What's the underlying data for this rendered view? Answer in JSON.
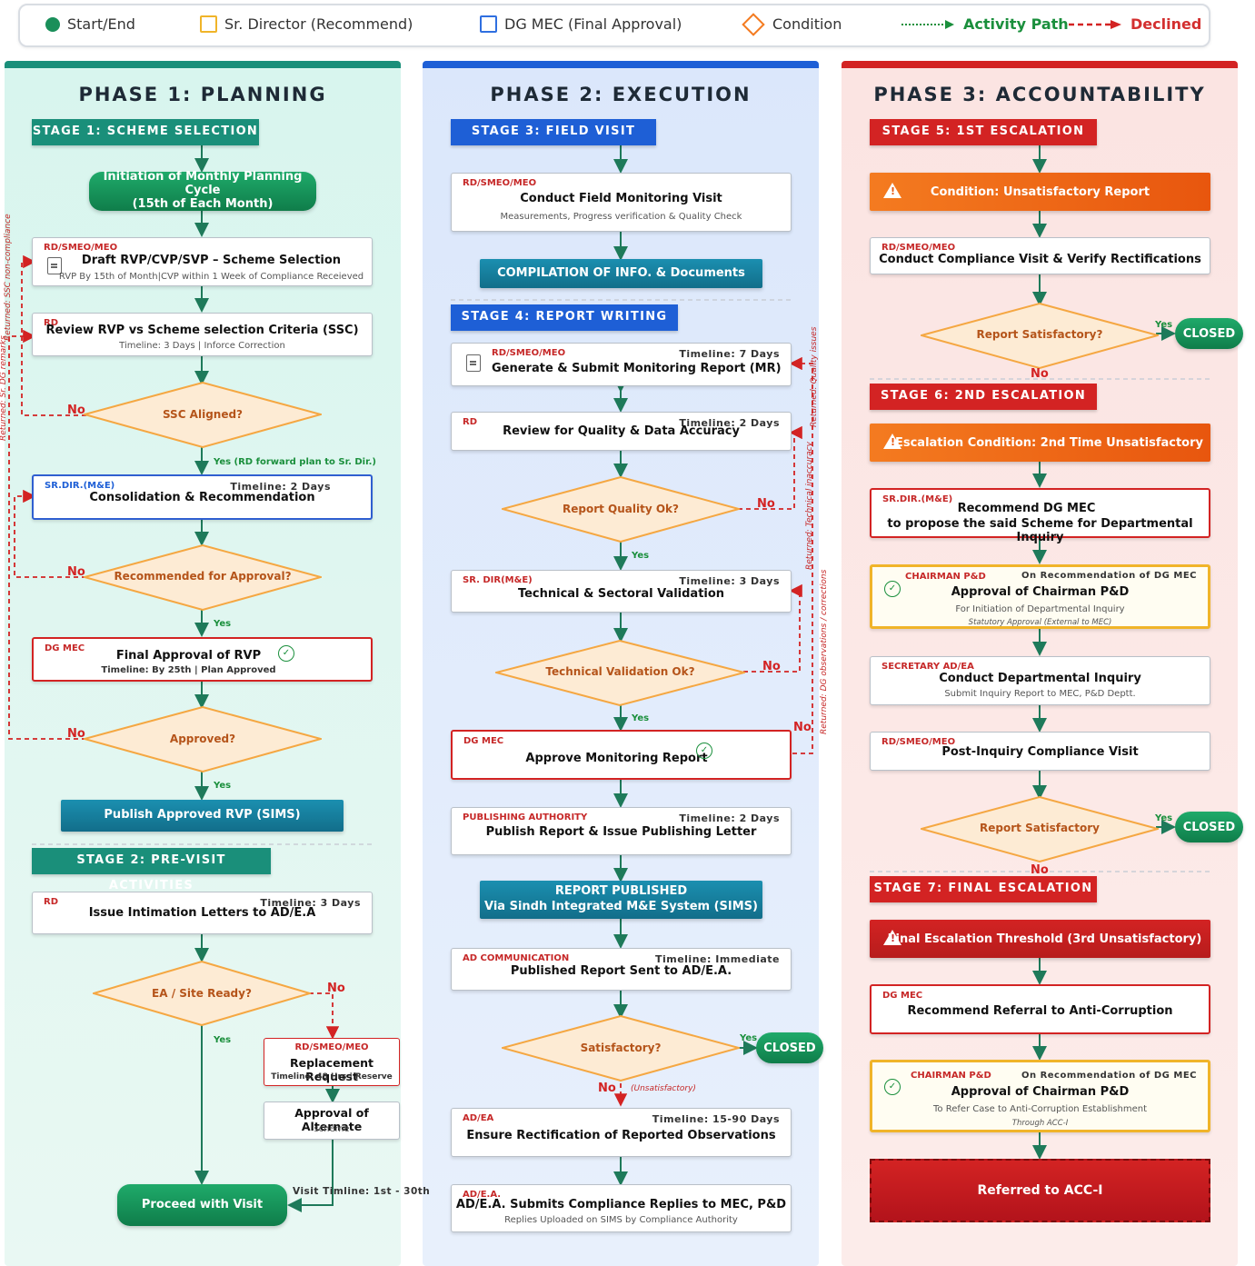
{
  "legend": {
    "start_end": "Start/End",
    "sr_director": "Sr. Director (Recommend)",
    "dg_mec": "DG MEC (Final Approval)",
    "condition": "Condition",
    "activity_path": "Activity Path",
    "declined": "Declined"
  },
  "colors": {
    "teal": "#1a8f7a",
    "blue": "#1e5fd6",
    "red": "#d32323",
    "orange": "#f47b20",
    "green": "#1a8f3c"
  },
  "phase1": {
    "title": "PHASE 1: PLANNING",
    "stage1": "STAGE 1: SCHEME SELECTION",
    "start": "Initiation of Monthly Planning Cycle\n(15th of Each Month)",
    "draft": {
      "role": "RD/SMEO/MEO",
      "title": "Draft RVP/CVP/SVP – Scheme Selection",
      "sub": "RVP By 15th of Month|CVP within 1 Week of Compliance Receieved"
    },
    "review": {
      "role": "RD",
      "title": "Review RVP vs Scheme selection Criteria (SSC)",
      "sub": "Timeline: 3 Days | Inforce Correction"
    },
    "ssc_aligned": "SSC Aligned?",
    "yes_forward": "Yes (RD forward plan to Sr. Dir.)",
    "consolidation": {
      "role": "SR.DIR.(M&E)",
      "timeline": "Timeline: 2 Days",
      "title": "Consolidation & Recommendation"
    },
    "recommended": "Recommended for Approval?",
    "final_approval": {
      "role": "DG MEC",
      "title": "Final Approval of RVP",
      "sub": "Timeline: By 25th | Plan Approved"
    },
    "approved": "Approved?",
    "publish": "Publish Approved RVP (SIMS)",
    "stage2": "STAGE 2: PRE-VISIT ACTIVITIES",
    "intimation": {
      "role": "RD",
      "timeline": "Timeline: 3 Days",
      "title": "Issue Intimation Letters to AD/E.A"
    },
    "ea_ready": "EA / Site Ready?",
    "replacement": {
      "role": "RD/SMEO/MEO",
      "title": "Replacement Request",
      "sub": "Timeline: 48 Hrs | Reserve"
    },
    "alternate": {
      "title": "Approval of Alternate",
      "sub": "scheme"
    },
    "proceed": "Proceed with Visit",
    "visit_timeline": "Visit Timline: 1st - 30th",
    "yes": "Yes",
    "no": "No",
    "ret_ssc": "Returned: SSC non-compliance",
    "ret_dg": "Returned: Sr. DG remarks"
  },
  "phase2": {
    "title": "PHASE 2: EXECUTION",
    "stage3": "STAGE 3: FIELD VISIT",
    "field_visit": {
      "role": "RD/SMEO/MEO",
      "title": "Conduct Field Monitoring Visit",
      "sub": "Measurements, Progress verification & Quality Check"
    },
    "compilation": "COMPILATION OF INFO. & Documents",
    "stage4": "STAGE 4: REPORT WRITING",
    "generate": {
      "role": "RD/SMEO/MEO",
      "timeline": "Timeline: 7 Days",
      "title": "Generate & Submit Monitoring Report (MR)"
    },
    "review_quality": {
      "role": "RD",
      "timeline": "Timeline: 2 Days",
      "title": "Review for Quality & Data Accuracy"
    },
    "report_quality": "Report Quality Ok?",
    "technical": {
      "role": "SR. DIR(M&E)",
      "timeline": "Timeline: 3 Days",
      "title": "Technical & Sectoral Validation"
    },
    "tech_ok": "Technical Validation Ok?",
    "approve_report": {
      "role": "DG MEC",
      "title": "Approve Monitoring Report"
    },
    "publishing": {
      "role": "PUBLISHING AUTHORITY",
      "timeline": "Timeline: 2 Days",
      "title": "Publish Report & Issue Publishing Letter"
    },
    "published": "REPORT PUBLISHED\nVia Sindh Integrated M&E System (SIMS)",
    "ad_comm": {
      "role": "AD COMMUNICATION",
      "timeline": "Timeline: Immediate",
      "title": "Published Report Sent to AD/E.A."
    },
    "satisfactory": "Satisfactory?",
    "closed": "CLOSED",
    "unsatisfactory": "(Unsatisfactory)",
    "ensure": {
      "role": "AD/EA",
      "timeline": "Timeline: 15-90 Days",
      "title": "Ensure Rectification of Reported Observations"
    },
    "submits": {
      "role": "AD/E.A.",
      "title": "AD/E.A. Submits Compliance Replies to MEC, P&D",
      "sub": "Replies Uploaded on SIMS by Compliance Authority"
    },
    "ret_quality": "Returned: Quality issues",
    "ret_tech": "Returned: Technical inaccuracy",
    "ret_dg": "Returned: DG observations / corrections"
  },
  "phase3": {
    "title": "PHASE 3: ACCOUNTABILITY",
    "stage5": "STAGE 5: 1ST ESCALATION",
    "cond1": "Condition: Unsatisfactory Report",
    "compliance_visit": {
      "role": "RD/SMEO/MEO",
      "title": "Conduct Compliance Visit & Verify Rectifications"
    },
    "report_sat1": "Report Satisfactory?",
    "stage6": "STAGE 6: 2ND ESCALATION",
    "cond2": "Escalation Condition: 2nd Time Unsatisfactory",
    "recommend_dg": {
      "role": "SR.DIR.(M&E)",
      "title1": "Recommend DG MEC",
      "title2": "to propose the said Scheme for Departmental Inquiry"
    },
    "chairman1": {
      "role": "CHAIRMAN P&D",
      "right": "On Recommendation of DG MEC",
      "title": "Approval of Chairman P&D",
      "sub": "For Initiation of Departmental Inquiry",
      "note": "Statutory Approval (External to MEC)"
    },
    "secretary": {
      "role": "SECRETARY AD/EA",
      "title": "Conduct Departmental Inquiry",
      "sub": "Submit Inquiry Report to MEC, P&D Deptt."
    },
    "post_inquiry": {
      "role": "RD/SMEO/MEO",
      "title": "Post-Inquiry Compliance Visit"
    },
    "report_sat2": "Report Satisfactory",
    "stage7": "STAGE 7: FINAL ESCALATION",
    "cond3": "Final Escalation Threshold (3rd Unsatisfactory)",
    "referral": {
      "role": "DG MEC",
      "title": "Recommend Referral to Anti-Corruption"
    },
    "chairman2": {
      "role": "CHAIRMAN P&D",
      "right": "On Recommendation of DG MEC",
      "title": "Approval of Chairman P&D",
      "sub": "To Refer Case to Anti-Corruption Establishment",
      "note": "Through ACC-I"
    },
    "referred": "Referred to ACC-I"
  }
}
